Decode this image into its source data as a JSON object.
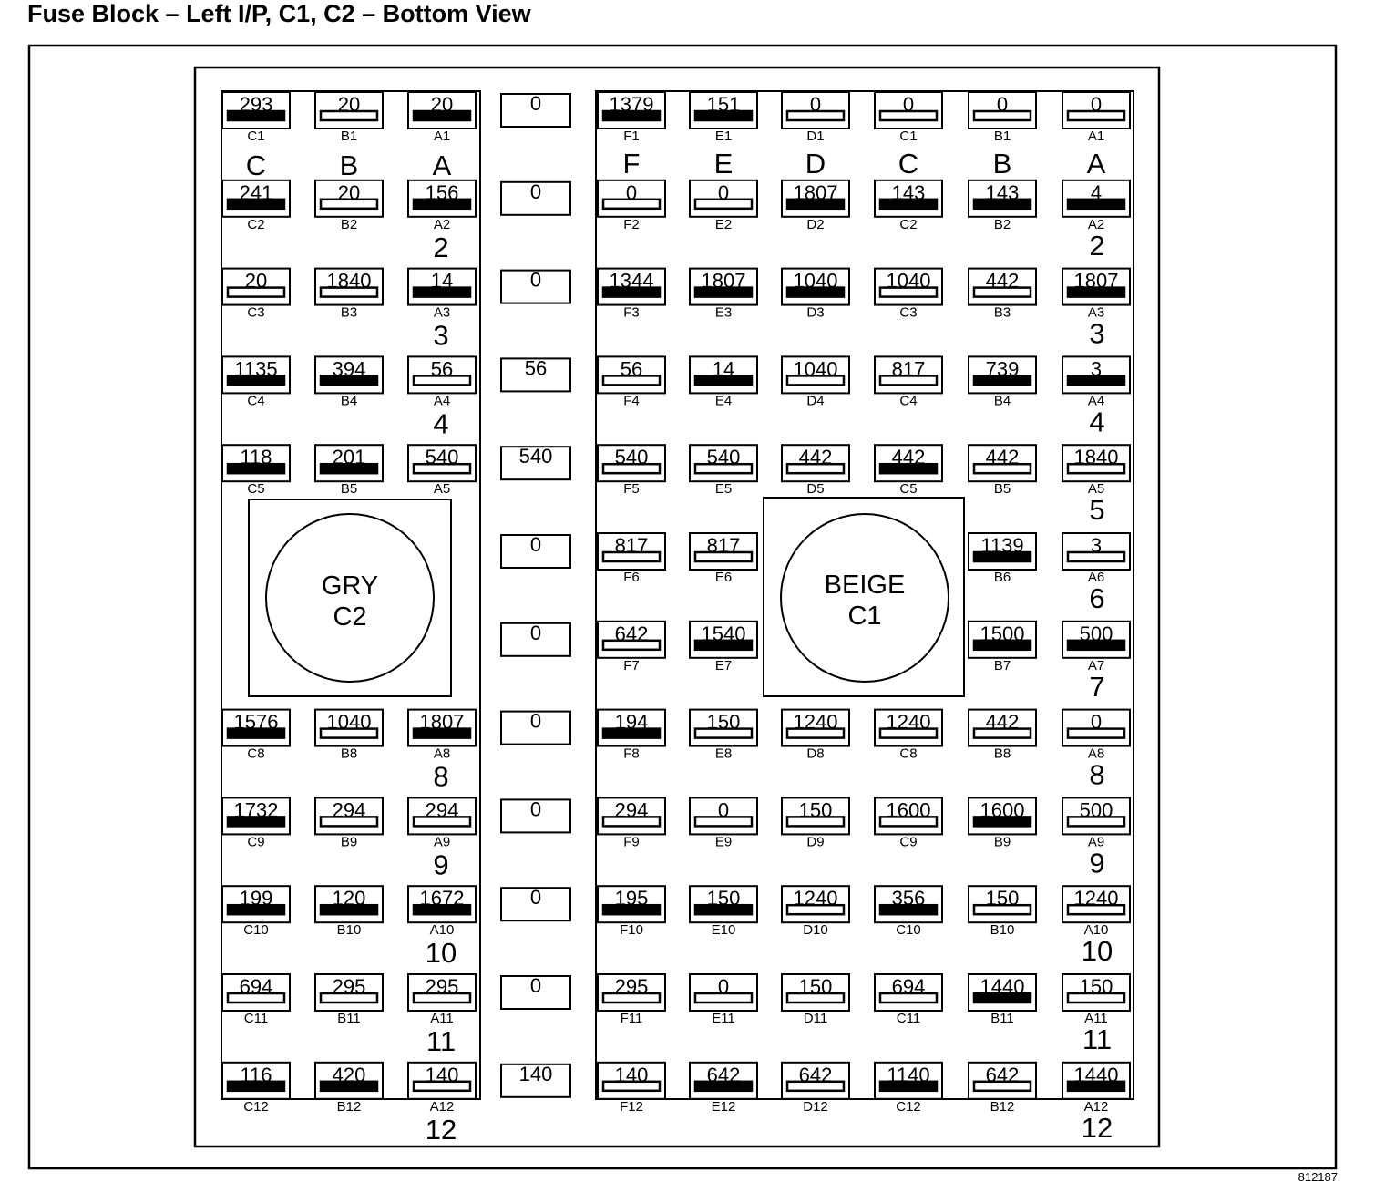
{
  "title": "Fuse Block – Left I/P, C1, C2 – Bottom View",
  "figure_id": "812187",
  "left_connector": {
    "label_line1": "GRY",
    "label_line2": "C2",
    "column_letters": [
      "C",
      "B",
      "A"
    ],
    "cells": [
      [
        {
          "id": "C1",
          "v": "293",
          "s": "black"
        },
        {
          "id": "B1",
          "v": "20",
          "s": "white"
        },
        {
          "id": "A1",
          "v": "20",
          "s": "black"
        }
      ],
      [
        {
          "id": "C2",
          "v": "241",
          "s": "black"
        },
        {
          "id": "B2",
          "v": "20",
          "s": "white"
        },
        {
          "id": "A2",
          "v": "156",
          "s": "black"
        }
      ],
      [
        {
          "id": "C3",
          "v": "20",
          "s": "white"
        },
        {
          "id": "B3",
          "v": "1840",
          "s": "white"
        },
        {
          "id": "A3",
          "v": "14",
          "s": "black"
        }
      ],
      [
        {
          "id": "C4",
          "v": "1135",
          "s": "black"
        },
        {
          "id": "B4",
          "v": "394",
          "s": "black"
        },
        {
          "id": "A4",
          "v": "56",
          "s": "white"
        }
      ],
      [
        {
          "id": "C5",
          "v": "118",
          "s": "black"
        },
        {
          "id": "B5",
          "v": "201",
          "s": "black"
        },
        {
          "id": "A5",
          "v": "540",
          "s": "white"
        }
      ],
      null,
      null,
      [
        {
          "id": "C8",
          "v": "1576",
          "s": "black"
        },
        {
          "id": "B8",
          "v": "1040",
          "s": "white"
        },
        {
          "id": "A8",
          "v": "1807",
          "s": "black"
        }
      ],
      [
        {
          "id": "C9",
          "v": "1732",
          "s": "black"
        },
        {
          "id": "B9",
          "v": "294",
          "s": "white"
        },
        {
          "id": "A9",
          "v": "294",
          "s": "white"
        }
      ],
      [
        {
          "id": "C10",
          "v": "199",
          "s": "black"
        },
        {
          "id": "B10",
          "v": "120",
          "s": "black"
        },
        {
          "id": "A10",
          "v": "1672",
          "s": "black"
        }
      ],
      [
        {
          "id": "C11",
          "v": "694",
          "s": "white"
        },
        {
          "id": "B11",
          "v": "295",
          "s": "white"
        },
        {
          "id": "A11",
          "v": "295",
          "s": "white"
        }
      ],
      [
        {
          "id": "C12",
          "v": "116",
          "s": "black"
        },
        {
          "id": "B12",
          "v": "420",
          "s": "black"
        },
        {
          "id": "A12",
          "v": "140",
          "s": "white"
        }
      ]
    ],
    "row_numbers": [
      "2",
      "3",
      "4",
      "5",
      "",
      "",
      "8",
      "9",
      "10",
      "11",
      "12"
    ]
  },
  "middle_column": [
    "0",
    "0",
    "0",
    "56",
    "540",
    "0",
    "0",
    "0",
    "0",
    "0",
    "0",
    "140"
  ],
  "right_connector": {
    "label_line1": "BEIGE",
    "label_line2": "C1",
    "column_letters": [
      "F",
      "E",
      "D",
      "C",
      "B",
      "A"
    ],
    "cells": [
      [
        {
          "id": "F1",
          "v": "1379",
          "s": "black"
        },
        {
          "id": "E1",
          "v": "151",
          "s": "black"
        },
        {
          "id": "D1",
          "v": "0",
          "s": "white"
        },
        {
          "id": "C1",
          "v": "0",
          "s": "white"
        },
        {
          "id": "B1",
          "v": "0",
          "s": "white"
        },
        {
          "id": "A1",
          "v": "0",
          "s": "white"
        }
      ],
      [
        {
          "id": "F2",
          "v": "0",
          "s": "white"
        },
        {
          "id": "E2",
          "v": "0",
          "s": "white"
        },
        {
          "id": "D2",
          "v": "1807",
          "s": "black"
        },
        {
          "id": "C2",
          "v": "143",
          "s": "black"
        },
        {
          "id": "B2",
          "v": "143",
          "s": "black"
        },
        {
          "id": "A2",
          "v": "4",
          "s": "black"
        }
      ],
      [
        {
          "id": "F3",
          "v": "1344",
          "s": "black"
        },
        {
          "id": "E3",
          "v": "1807",
          "s": "black"
        },
        {
          "id": "D3",
          "v": "1040",
          "s": "black"
        },
        {
          "id": "C3",
          "v": "1040",
          "s": "white"
        },
        {
          "id": "B3",
          "v": "442",
          "s": "white"
        },
        {
          "id": "A3",
          "v": "1807",
          "s": "black"
        }
      ],
      [
        {
          "id": "F4",
          "v": "56",
          "s": "white"
        },
        {
          "id": "E4",
          "v": "14",
          "s": "black"
        },
        {
          "id": "D4",
          "v": "1040",
          "s": "white"
        },
        {
          "id": "C4",
          "v": "817",
          "s": "white"
        },
        {
          "id": "B4",
          "v": "739",
          "s": "black"
        },
        {
          "id": "A4",
          "v": "3",
          "s": "black"
        }
      ],
      [
        {
          "id": "F5",
          "v": "540",
          "s": "white"
        },
        {
          "id": "E5",
          "v": "540",
          "s": "white"
        },
        {
          "id": "D5",
          "v": "442",
          "s": "white"
        },
        {
          "id": "C5",
          "v": "442",
          "s": "black"
        },
        {
          "id": "B5",
          "v": "442",
          "s": "white"
        },
        {
          "id": "A5",
          "v": "1840",
          "s": "white"
        }
      ],
      [
        {
          "id": "F6",
          "v": "817",
          "s": "white"
        },
        {
          "id": "E6",
          "v": "817",
          "s": "white"
        },
        null,
        null,
        {
          "id": "B6",
          "v": "1139",
          "s": "black"
        },
        {
          "id": "A6",
          "v": "3",
          "s": "white"
        }
      ],
      [
        {
          "id": "F7",
          "v": "642",
          "s": "white"
        },
        {
          "id": "E7",
          "v": "1540",
          "s": "black"
        },
        null,
        null,
        {
          "id": "B7",
          "v": "1500",
          "s": "black"
        },
        {
          "id": "A7",
          "v": "500",
          "s": "black"
        }
      ],
      [
        {
          "id": "F8",
          "v": "194",
          "s": "black"
        },
        {
          "id": "E8",
          "v": "150",
          "s": "white"
        },
        {
          "id": "D8",
          "v": "1240",
          "s": "white"
        },
        {
          "id": "C8",
          "v": "1240",
          "s": "white"
        },
        {
          "id": "B8",
          "v": "442",
          "s": "white"
        },
        {
          "id": "A8",
          "v": "0",
          "s": "white"
        }
      ],
      [
        {
          "id": "F9",
          "v": "294",
          "s": "white"
        },
        {
          "id": "E9",
          "v": "0",
          "s": "white"
        },
        {
          "id": "D9",
          "v": "150",
          "s": "white"
        },
        {
          "id": "C9",
          "v": "1600",
          "s": "white"
        },
        {
          "id": "B9",
          "v": "1600",
          "s": "black"
        },
        {
          "id": "A9",
          "v": "500",
          "s": "white"
        }
      ],
      [
        {
          "id": "F10",
          "v": "195",
          "s": "black"
        },
        {
          "id": "E10",
          "v": "150",
          "s": "black"
        },
        {
          "id": "D10",
          "v": "1240",
          "s": "white"
        },
        {
          "id": "C10",
          "v": "356",
          "s": "black"
        },
        {
          "id": "B10",
          "v": "150",
          "s": "white"
        },
        {
          "id": "A10",
          "v": "1240",
          "s": "white"
        }
      ],
      [
        {
          "id": "F11",
          "v": "295",
          "s": "white"
        },
        {
          "id": "E11",
          "v": "0",
          "s": "white"
        },
        {
          "id": "D11",
          "v": "150",
          "s": "white"
        },
        {
          "id": "C11",
          "v": "694",
          "s": "white"
        },
        {
          "id": "B11",
          "v": "1440",
          "s": "black"
        },
        {
          "id": "A11",
          "v": "150",
          "s": "white"
        }
      ],
      [
        {
          "id": "F12",
          "v": "140",
          "s": "white"
        },
        {
          "id": "E12",
          "v": "642",
          "s": "black"
        },
        {
          "id": "D12",
          "v": "642",
          "s": "white"
        },
        {
          "id": "C12",
          "v": "1140",
          "s": "black"
        },
        {
          "id": "B12",
          "v": "642",
          "s": "white"
        },
        {
          "id": "A12",
          "v": "1440",
          "s": "black"
        }
      ]
    ],
    "row_numbers": [
      "2",
      "3",
      "4",
      "5",
      "6",
      "7",
      "8",
      "9",
      "10",
      "11",
      "12"
    ]
  }
}
